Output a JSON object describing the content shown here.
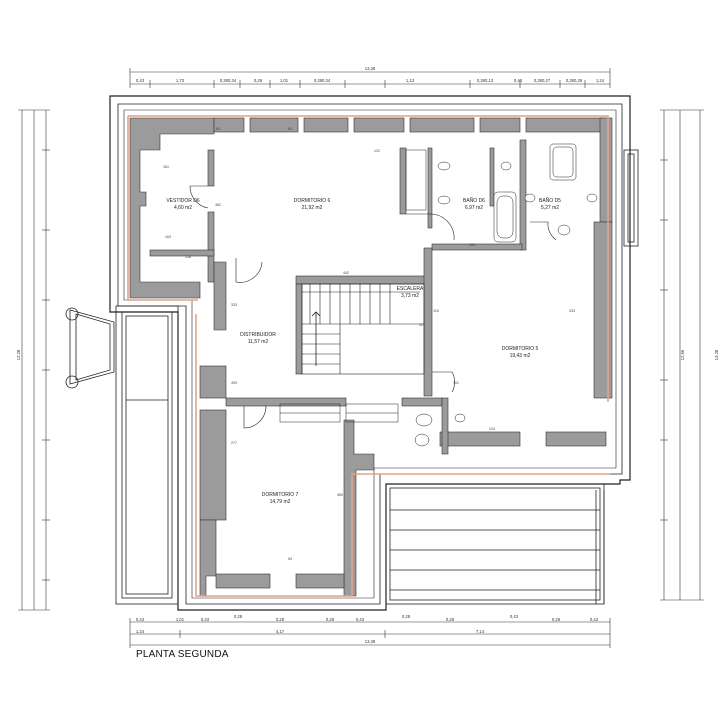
{
  "title": "PLANTA SEGUNDA",
  "rooms": [
    {
      "id": "vestidor6",
      "name": "VESTIDOR D6",
      "area": "4,60 m2"
    },
    {
      "id": "dormitorio6",
      "name": "DORMITORIO 6",
      "area": "21,92 m2"
    },
    {
      "id": "bano6",
      "name": "BAÑO D6",
      "area": "6,97 m2"
    },
    {
      "id": "bano5",
      "name": "BAÑO D5",
      "area": "5,27 m2"
    },
    {
      "id": "escalera",
      "name": "ESCALERA",
      "area": "3,73 m2"
    },
    {
      "id": "distribuidor",
      "name": "DISTRIBUIDOR",
      "area": "11,57 m2"
    },
    {
      "id": "dormitorio5",
      "name": "DORMITORIO 5",
      "area": "19,43 m2"
    },
    {
      "id": "dormitorio7",
      "name": "DORMITORIO 7",
      "area": "14,79 m2"
    }
  ],
  "dimensions": {
    "top_total": "13,28",
    "top_partial": [
      "0,43",
      "1,73",
      "0,280,34",
      "0,28",
      "1,01",
      "0,280,34",
      "1,13",
      "0,280,13",
      "0,43",
      "0,280,27",
      "0,280,28",
      "1,24"
    ],
    "bottom_partial": [
      "0,43",
      "1,01",
      "0,43",
      "0,28",
      "0,28",
      "0,28",
      "0,43",
      "0,28",
      "0,28",
      "0,43",
      "0,28",
      "0,43"
    ],
    "bottom_mid": [
      "1,24",
      "4,17",
      "7,14"
    ],
    "bottom_total": "13,28",
    "left_total": "12,28",
    "right_total": "13,28",
    "right_mid": "12,66"
  }
}
